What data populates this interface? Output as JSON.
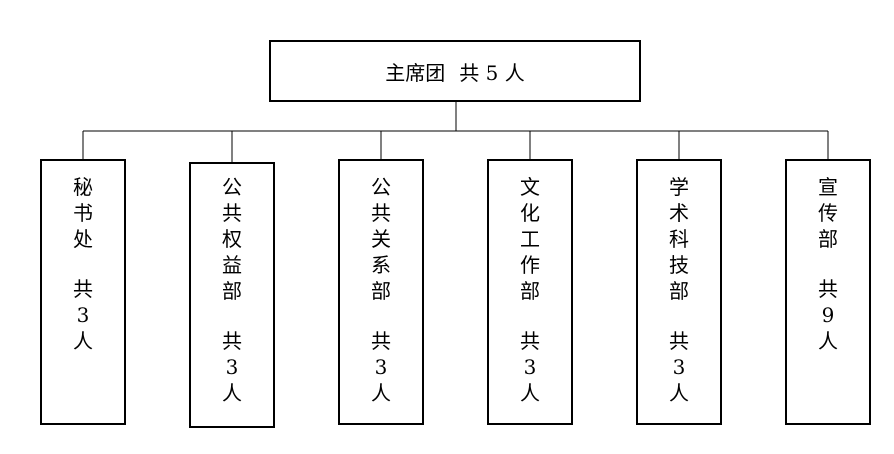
{
  "top_node": {
    "name": "主席团",
    "count_text": "共 5 人"
  },
  "departments": [
    {
      "name": "秘书处",
      "count_label": "共",
      "count": "3",
      "unit": "人"
    },
    {
      "name": "公共权益部",
      "count_label": "共",
      "count": "3",
      "unit": "人"
    },
    {
      "name": "公共关系部",
      "count_label": "共",
      "count": "3",
      "unit": "人"
    },
    {
      "name": "文化工作部",
      "count_label": "共",
      "count": "3",
      "unit": "人"
    },
    {
      "name": "学术科技部",
      "count_label": "共",
      "count": "3",
      "unit": "人"
    },
    {
      "name": "宣传部",
      "count_label": "共",
      "count": "9",
      "unit": "人"
    }
  ]
}
